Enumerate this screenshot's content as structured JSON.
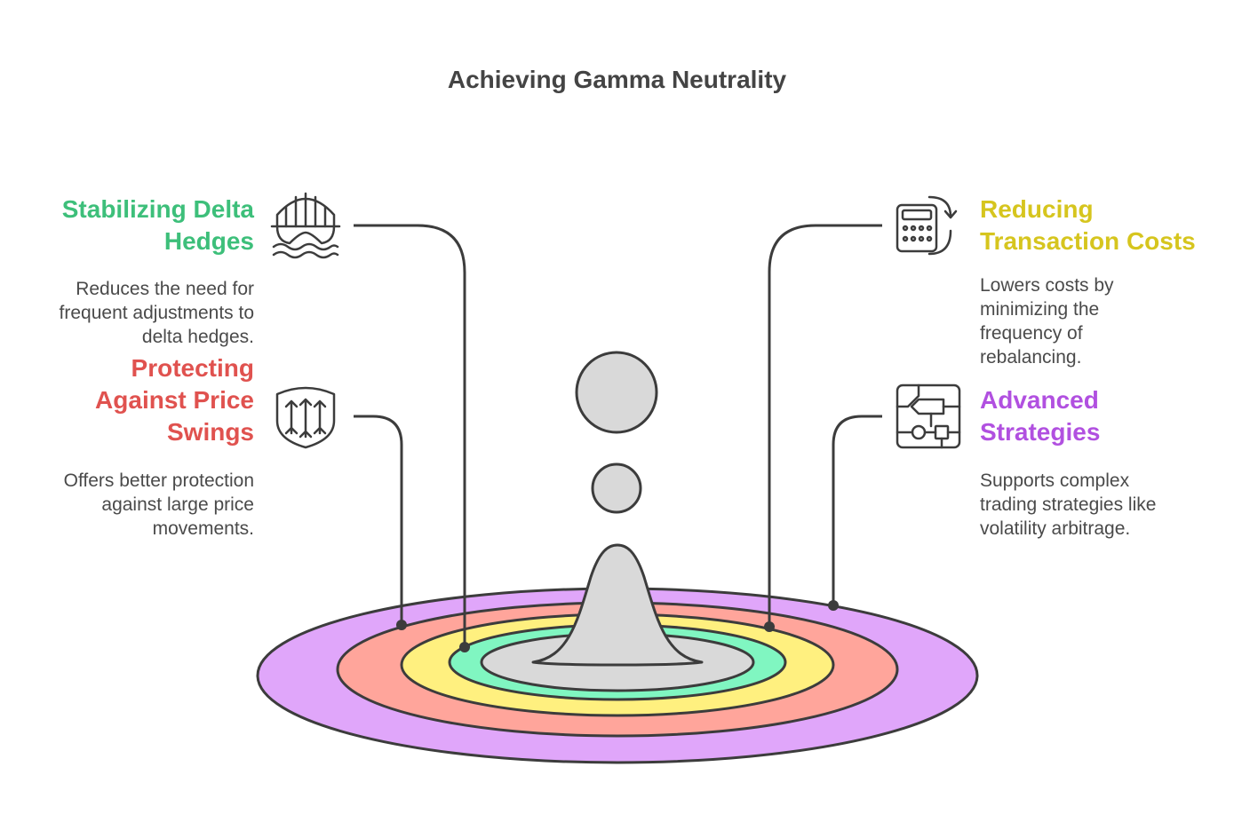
{
  "title": "Achieving Gamma Neutrality",
  "items": [
    {
      "heading_lines": [
        "Stabilizing Delta",
        "Hedges"
      ],
      "description_lines": [
        "Reduces the need for",
        "frequent adjustments to",
        "delta hedges."
      ],
      "color": "#3dbf7a",
      "icon": "bridge-water-icon"
    },
    {
      "heading_lines": [
        "Protecting",
        "Against Price",
        "Swings"
      ],
      "description_lines": [
        "Offers better protection",
        "against large price",
        "movements."
      ],
      "color": "#e0524f",
      "icon": "shield-arrows-icon"
    },
    {
      "heading_lines": [
        "Reducing",
        "Transaction Costs"
      ],
      "description_lines": [
        "Lowers costs by",
        "minimizing the",
        "frequency of",
        "rebalancing."
      ],
      "color": "#d6c51e",
      "icon": "calculator-refresh-icon"
    },
    {
      "heading_lines": [
        "Advanced",
        "Strategies"
      ],
      "description_lines": [
        "Supports complex",
        "trading strategies like",
        "volatility arbitrage."
      ],
      "color": "#b150e0",
      "icon": "flowchart-icon"
    }
  ],
  "rings": [
    {
      "name": "advanced-strategies",
      "color": "#e0a6fa"
    },
    {
      "name": "protecting-against-price-swings",
      "color": "#ffa59b"
    },
    {
      "name": "reducing-transaction-costs",
      "color": "#fff07f"
    },
    {
      "name": "stabilizing-delta-hedges",
      "color": "#80f6c1"
    },
    {
      "name": "core",
      "color": "#d9d9d9"
    }
  ]
}
